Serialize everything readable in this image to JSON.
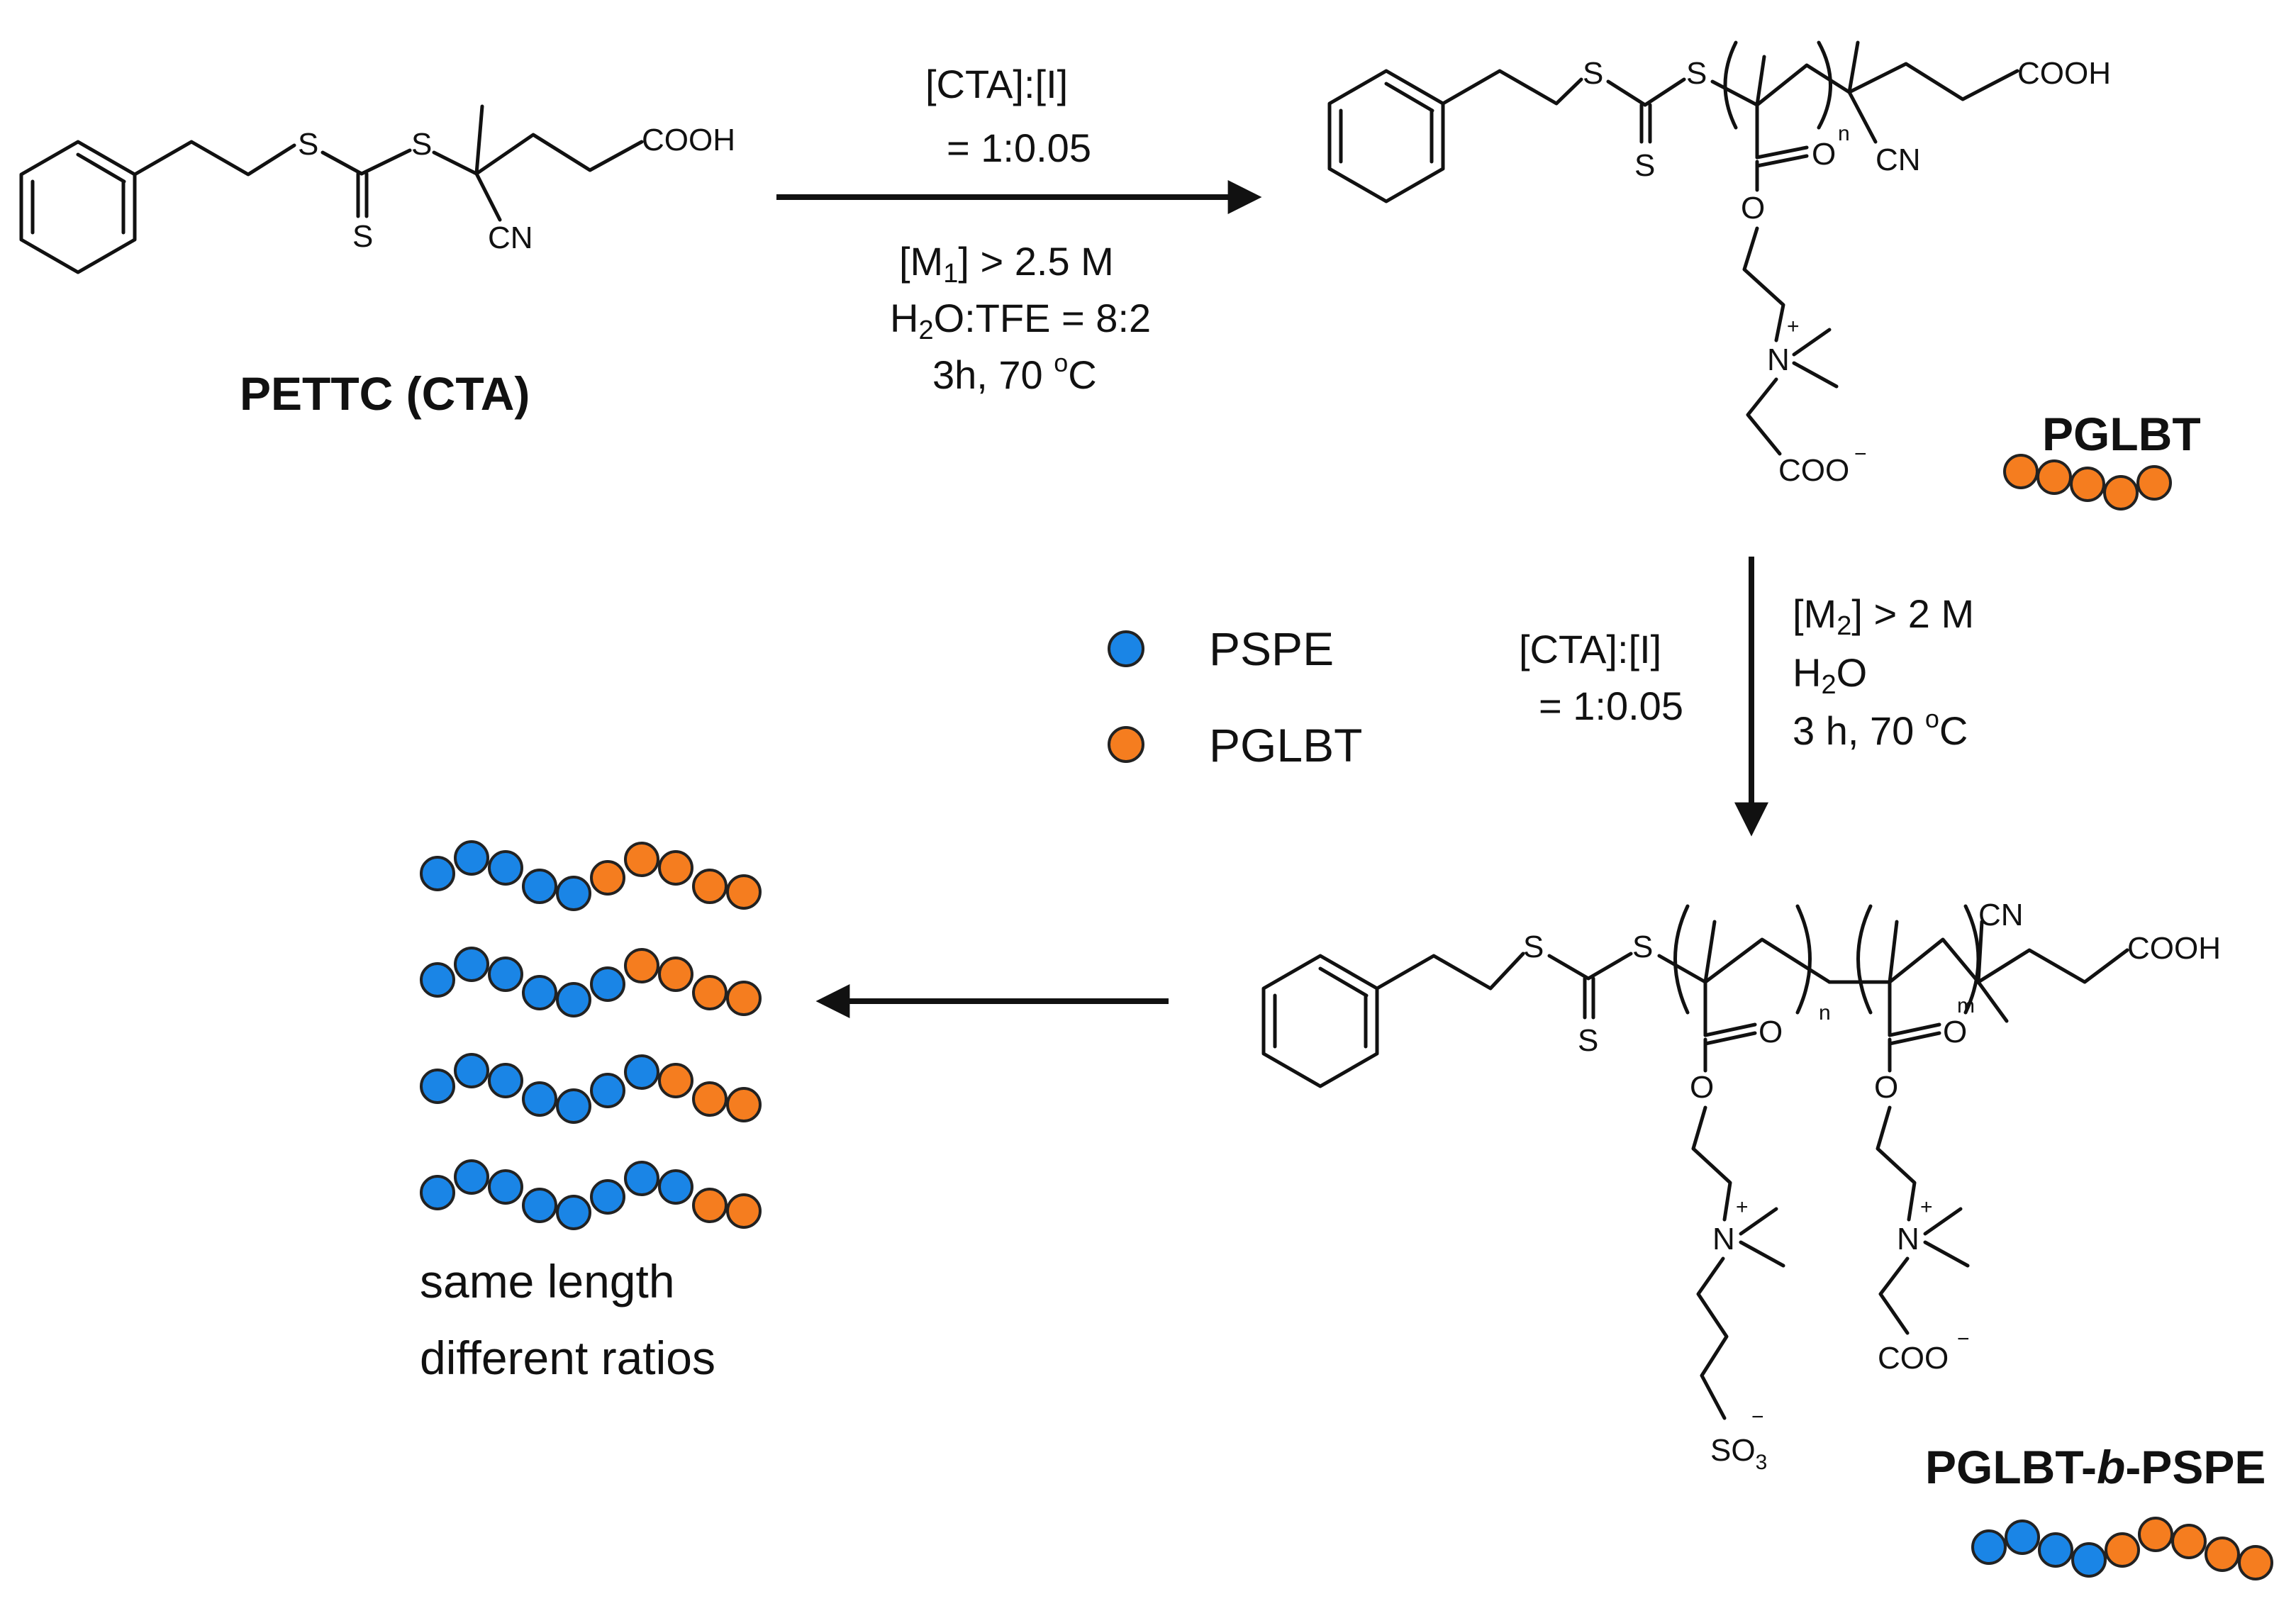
{
  "colors": {
    "pspe": "#1a85e6",
    "pglbt": "#f57d1f",
    "bead_stroke": "#222222"
  },
  "cta": {
    "name": "PETTC (CTA)",
    "atoms": {
      "s1": "S",
      "s2": "S",
      "s_thione": "S",
      "cn": "CN",
      "cooh": "COOH"
    }
  },
  "step1": {
    "ratio_line1": "[CTA]:[I]",
    "ratio_line2": "= 1:0.05",
    "monomer_prefix": "[M",
    "monomer_sub": "1",
    "monomer_suffix": "] > 2.5 M",
    "solvent_h": "H",
    "solvent_sub": "2",
    "solvent_rest": "O:TFE = 8:2",
    "time_text": "3h, 70 ",
    "degree": "o",
    "celsius": "C"
  },
  "pglbt": {
    "name": "PGLBT",
    "atoms": {
      "s1": "S",
      "s2": "S",
      "s_thione": "S",
      "o_carbonyl": "O",
      "o_ester": "O",
      "n": "N",
      "plus": "+",
      "coo": "COO",
      "minus": "−",
      "cn": "CN",
      "cooh": "COOH",
      "n_sub": "n"
    },
    "beads": [
      "pglbt",
      "pglbt",
      "pglbt",
      "pglbt",
      "pglbt"
    ]
  },
  "step2": {
    "ratio_line1": "[CTA]:[I]",
    "ratio_line2": "=  1:0.05",
    "monomer_prefix": "[M",
    "monomer_sub": "2",
    "monomer_suffix": "] > 2 M",
    "solvent_h": "H",
    "solvent_sub": "2",
    "solvent_rest": "O",
    "time_text": "3 h, 70 ",
    "degree": "o",
    "celsius": "C"
  },
  "legend": [
    {
      "key": "pspe",
      "label": "PSPE"
    },
    {
      "key": "pglbt",
      "label": "PGLBT"
    }
  ],
  "block": {
    "name_prefix": "PGLBT-",
    "name_italic": "b",
    "name_suffix": "-PSPE",
    "atoms": {
      "s1": "S",
      "s2": "S",
      "s_thione": "S",
      "o1": "O",
      "o2": "O",
      "o3": "O",
      "o4": "O",
      "n1": "N",
      "n2": "N",
      "plus": "+",
      "so3": "SO",
      "so3_sub": "3",
      "minus": "−",
      "coo": "COO",
      "cn": "CN",
      "cooh": "COOH",
      "n_sub": "n",
      "m_sub": "m"
    },
    "beads": [
      "pspe",
      "pspe",
      "pspe",
      "pspe",
      "pglbt",
      "pglbt",
      "pglbt",
      "pglbt",
      "pglbt"
    ]
  },
  "chains": [
    [
      "pspe",
      "pspe",
      "pspe",
      "pspe",
      "pspe",
      "pglbt",
      "pglbt",
      "pglbt",
      "pglbt",
      "pglbt"
    ],
    [
      "pspe",
      "pspe",
      "pspe",
      "pspe",
      "pspe",
      "pspe",
      "pglbt",
      "pglbt",
      "pglbt",
      "pglbt"
    ],
    [
      "pspe",
      "pspe",
      "pspe",
      "pspe",
      "pspe",
      "pspe",
      "pspe",
      "pglbt",
      "pglbt",
      "pglbt"
    ],
    [
      "pspe",
      "pspe",
      "pspe",
      "pspe",
      "pspe",
      "pspe",
      "pspe",
      "pspe",
      "pglbt",
      "pglbt"
    ]
  ],
  "caption_line1": "same length",
  "caption_line2": "different ratios"
}
